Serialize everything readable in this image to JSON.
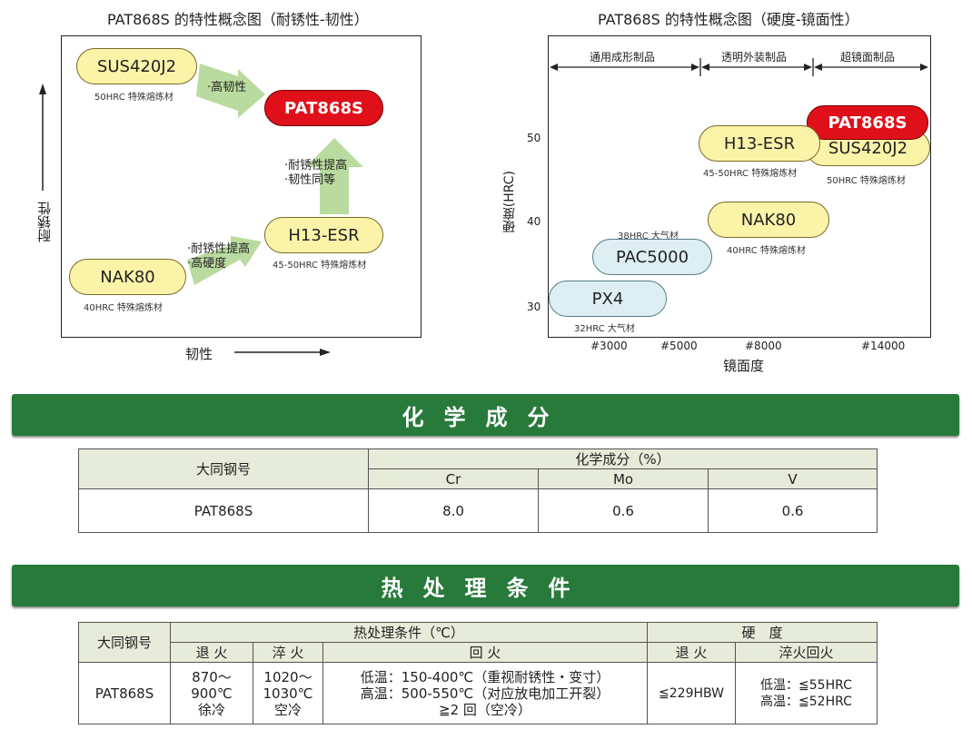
{
  "chart1": {
    "title": "PAT868S 的特性概念图（耐锈性-韧性）",
    "y_label": "耐锈性",
    "x_label": "韧性",
    "materials": [
      {
        "name": "SUS420J2",
        "caption": "50HRC 特殊熔炼材"
      },
      {
        "name": "PAT868S",
        "caption": ""
      },
      {
        "name": "H13-ESR",
        "caption": "45-50HRC 特殊熔炼材"
      },
      {
        "name": "NAK80",
        "caption": "40HRC 特殊熔炼材"
      }
    ],
    "notes": {
      "top": "·高韧性",
      "vertical_1": "·耐锈性提高",
      "vertical_2": "·韧性同等",
      "bottom_1": "·耐锈性提高",
      "bottom_2": "·高硬度"
    }
  },
  "chart2": {
    "title": "PAT868S 的特性概念图（硬度-镜面性）",
    "y_label": "硬度(HRC)",
    "x_label": "镜面度",
    "y_ticks": [
      "50",
      "40",
      "30"
    ],
    "x_ticks": [
      "#3000",
      "#5000",
      "#8000",
      "#14000"
    ],
    "ranges": [
      "通用成形制品",
      "透明外装制品",
      "超镜面制品"
    ],
    "materials": [
      {
        "name": "PAT868S",
        "caption": ""
      },
      {
        "name": "H13-ESR",
        "caption": "45-50HRC 特殊熔炼材"
      },
      {
        "name": "SUS420J2",
        "caption": "50HRC 特殊熔炼材"
      },
      {
        "name": "NAK80",
        "caption": "40HRC 特殊熔炼材"
      },
      {
        "name": "PAC5000",
        "caption": "38HRC 大气材"
      },
      {
        "name": "PX4",
        "caption": "32HRC 大气材"
      }
    ]
  },
  "composition": {
    "banner": "化学成分",
    "steel_header": "大同钢号",
    "group_header": "化学成分（%）",
    "columns": [
      "Cr",
      "Mo",
      "V"
    ],
    "rows": [
      {
        "steel": "PAT868S",
        "values": [
          "8.0",
          "0.6",
          "0.6"
        ]
      }
    ]
  },
  "heat": {
    "banner": "热处理条件",
    "steel_header": "大同钢号",
    "group_header": "热处理条件（℃）",
    "hardness_header": "硬　度",
    "sub_headers": [
      "退 火",
      "淬 火",
      "回 火",
      "退 火",
      "淬火回火"
    ],
    "row": {
      "steel": "PAT868S",
      "anneal": [
        "870～",
        "900℃",
        "徐冷"
      ],
      "quench": [
        "1020～",
        "1030℃",
        "空冷"
      ],
      "temper": [
        "低温：150-400℃（重视耐锈性・变寸）",
        "高温：500-550℃（对应放电加工开裂）",
        "≧2 回（空冷）"
      ],
      "hard_anneal": "≦229HBW",
      "hard_qt": [
        "低温：≦55HRC",
        "高温：≦52HRC"
      ]
    }
  }
}
